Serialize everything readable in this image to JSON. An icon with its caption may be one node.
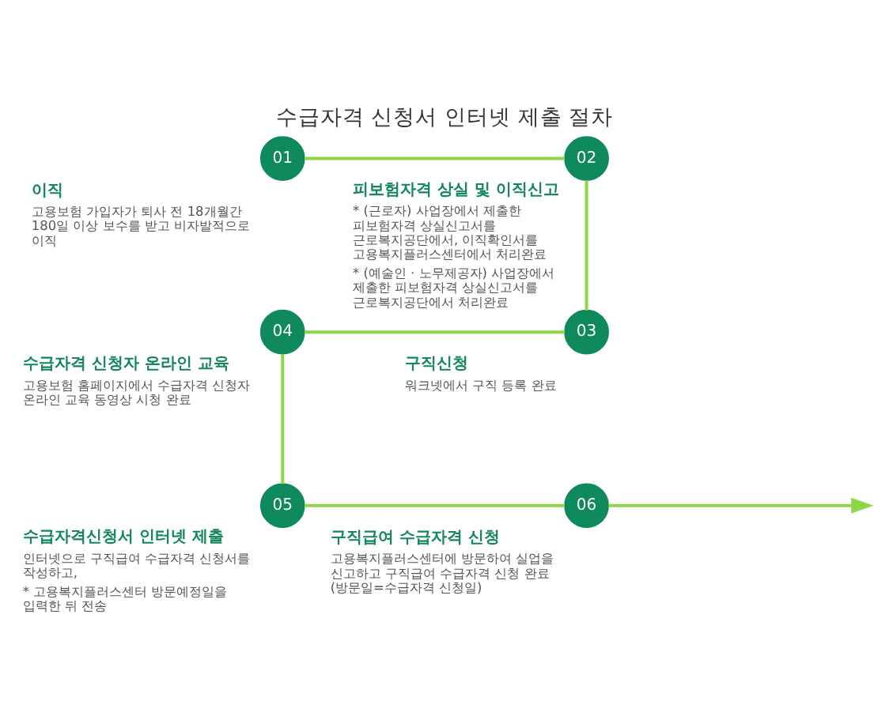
{
  "diagram": {
    "title": "수급자격 신청서 인터넷 제출 절차",
    "nodes": [
      {
        "text": [
          "01"
        ],
        "beside": [
          "이직",
          "고용보험 가입자가 퇴사 전 18개월간 180일 이상 보수를 받고 비자발적으로 이직"
        ]
      },
      {
        "text": [
          "02"
        ],
        "beside": [
          "피보험자격 상실 및 이직신고",
          "* (근로자) 사업장에서 제출한 피보험자격 상실신고서를 근로복지공단에서, 이직확인서를 고용복지플러스센터에서 처리완료",
          "* (예술인 · 노무제공자) 사업장에서 제출한 피보험자격 상실신고서를 근로복지공단에서 처리완료"
        ]
      },
      {
        "text": [
          "03"
        ],
        "beside": [
          "구직신청",
          "워크넷에서 구직 등록 완료"
        ]
      },
      {
        "text": [
          "04"
        ],
        "beside": [
          "수급자격 신청자 온라인 교육",
          "고용보험 홈페이지에서 수급자격 신청자 온라인 교육 동영상 시청 완료"
        ]
      },
      {
        "text": [
          "05"
        ],
        "beside": [
          "수급자격신청서 인터넷 제출",
          "인터넷으로 구직급여 수급자격 신청서를 작성하고,",
          "* 고용복지플러스센터 방문예정일을 입력한 뒤 전송"
        ]
      },
      {
        "text": [
          "06"
        ],
        "beside": [
          "구직급여 수급자격 신청",
          "고용복지플러스센터에 방문하여 실업을 신고하고 구직급여 수급자격 신청 완료 (방문일=수급자격 신청일)"
        ]
      }
    ],
    "edges": [
      {
        "from": 0,
        "to": 1,
        "arrow": "none"
      },
      {
        "from": 1,
        "to": 2,
        "arrow": "none"
      },
      {
        "from": 2,
        "to": 3,
        "arrow": "none"
      },
      {
        "from": 3,
        "to": 4,
        "arrow": "none"
      },
      {
        "from": 4,
        "to": 5,
        "arrow": "none"
      },
      {
        "from": 5,
        "to": null,
        "arrow": "to"
      }
    ]
  }
}
